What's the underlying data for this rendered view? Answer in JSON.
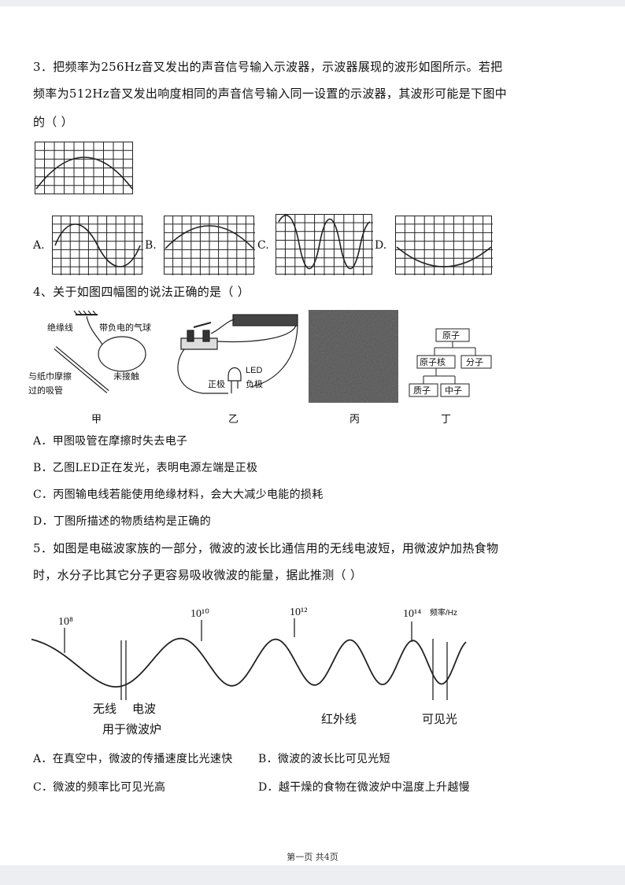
{
  "q3": {
    "line1": "3．把频率为256Hz音叉发出的声音信号输入示波器，示波器展现的波形如图所示。若把",
    "line2": "频率为512Hz音叉发出响度相同的声音信号输入同一设置的示波器，其波形可能是下图中",
    "line3": "的（      ）",
    "options": [
      "A.",
      "B.",
      "C.",
      "D."
    ]
  },
  "q4": {
    "stem": "4、关于如图四幅图的说法正确的是（      ）",
    "fig_jia": {
      "caption": "甲",
      "labels": [
        "绝缘线",
        "带负电的气球",
        "与纸巾摩擦",
        "过的吸管",
        "未接触"
      ]
    },
    "fig_yi": {
      "caption": "乙",
      "labels": [
        "LED",
        "正极",
        "负极"
      ]
    },
    "fig_bing": {
      "caption": "丙"
    },
    "fig_ding": {
      "caption": "丁",
      "labels": [
        "原子",
        "原子核",
        "分子",
        "质子",
        "中子"
      ]
    },
    "choices": [
      "A．甲图吸管在摩擦时失去电子",
      "B．乙图LED正在发光，表明电源左端是正极",
      "C．丙图输电线若能使用绝缘材料，会大大减少电能的损耗",
      "D．丁图所描述的物质结构是正确的"
    ]
  },
  "q5": {
    "line1": "5．如图是电磁波家族的一部分，微波的波长比通信用的无线电波短，用微波炉加热食物",
    "line2": "时，水分子比其它分子更容易吸收微波的能量，据此推测（      ）",
    "figure": {
      "freq_labels": [
        "10⁸",
        "10¹⁰",
        "10¹²",
        "10¹⁴"
      ],
      "axis_unit": "频率/Hz",
      "labels": [
        "无线",
        "电波",
        "用于微波炉",
        "红外线",
        "可见光"
      ]
    },
    "choices": {
      "A": "A．在真空中，微波的传播速度比光速快",
      "B": "B．微波的波长比可见光短",
      "C": "C．微波的频率比可见光高",
      "D": "D．越干燥的食物在微波炉中温度上升越慢"
    }
  },
  "footer": "第一页 共4页"
}
